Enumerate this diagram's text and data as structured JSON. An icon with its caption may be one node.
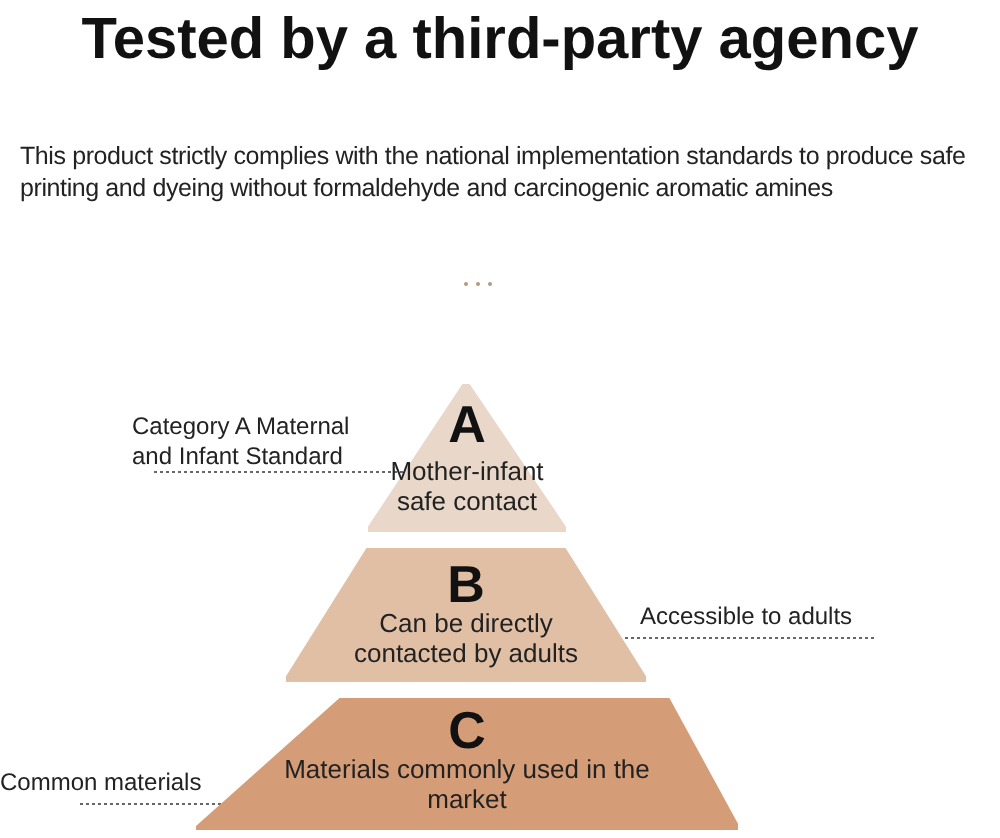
{
  "diagram": {
    "title": "Tested by a third-party agency",
    "nodes": [
      {
        "text": [
          "A",
          "Mother-infant safe contact"
        ]
      },
      {
        "text": [
          "B",
          "Can be directly contacted by adults"
        ]
      },
      {
        "text": [
          "C",
          "Materials commonly used in the market"
        ]
      },
      {
        "text": [
          "Category A Maternal and Infant Standard"
        ]
      },
      {
        "text": [
          "Accessible to adults"
        ]
      },
      {
        "text": [
          "Common materials"
        ]
      }
    ],
    "edges": [
      {
        "from": 3,
        "to": 0,
        "arrow": "none",
        "style": "dashed"
      },
      {
        "from": 4,
        "to": 1,
        "arrow": "none",
        "style": "dashed"
      },
      {
        "from": 5,
        "to": 2,
        "arrow": "none",
        "style": "dashed"
      }
    ],
    "labels": [
      "This product strictly complies with the national implementation standards to produce safe printing and dyeing without formaldehyde and carcinogenic aromatic amines"
    ]
  }
}
